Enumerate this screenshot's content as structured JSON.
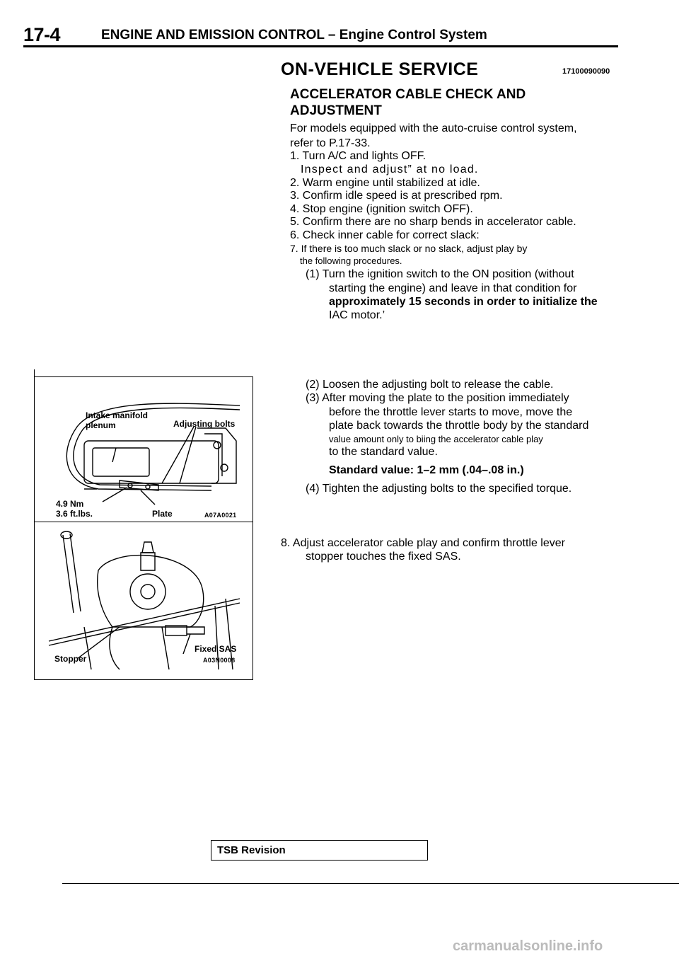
{
  "header": {
    "page_number": "17-4",
    "title": "ENGINE AND EMISSION CONTROL – Engine Control System"
  },
  "section": {
    "title": "ON-VEHICLE SERVICE",
    "code": "17100090090",
    "subsection_title": "ACCELERATOR CABLE CHECK AND ADJUSTMENT"
  },
  "body": {
    "intro_1": "For models equipped with the auto-cruise control system,",
    "intro_2": "refer to P.17-33.",
    "step1": "1. Turn A/C and lights OFF.",
    "step1_b": "Inspect and adjust” at no load.",
    "step2": "2. Warm engine until stabilized at idle.",
    "step3": "3. Confirm idle speed is at prescribed rpm.",
    "step4": "4. Stop engine (ignition switch OFF).",
    "step5": "5. Confirm there are no sharp bends in accelerator cable.",
    "step6": "6. Check inner cable for correct slack:",
    "step7": "7. If there is too much slack or no slack, adjust play by",
    "step7_b": "the following procedures.",
    "sub1_a": "(1) Turn the ignition switch to the ON position (without",
    "sub1_b": "starting the engine) and leave in that condition for",
    "sub1_c": "approximately 15 seconds in order to initialize the",
    "sub1_d": "IAC motor.’",
    "sub2": "(2) Loosen the adjusting bolt to release the cable.",
    "sub3_a": "(3) After moving the plate to the position immediately",
    "sub3_b": "before the throttle lever starts to move, move the",
    "sub3_c": "plate back towards the throttle body by the standard",
    "sub3_d": "value amount only to biing the accelerator cable play",
    "sub3_e": "to the standard value.",
    "standard_value": "Standard value: 1–2 mm (.04–.08 in.)",
    "sub4": "(4) Tighten the adjusting bolts to the specified torque.",
    "step8_a": "8. Adjust accelerator cable play and confirm throttle lever",
    "step8_b": "stopper touches the fixed SAS."
  },
  "figure1": {
    "label_intake_1": "Intake manifold",
    "label_intake_2": "plenum",
    "label_adjusting": "Adjusting bolts",
    "label_torque_nm": "4.9 Nm",
    "label_torque_ft": "3.6 ft.lbs.",
    "label_plate": "Plate",
    "code": "A07A0021"
  },
  "figure2": {
    "label_stopper": "Stopper",
    "label_fixed_sas": "Fixed SAS",
    "code": "A03N0008"
  },
  "footer": {
    "tsb": "TSB Revision",
    "url": "carmanualsonline.info"
  }
}
